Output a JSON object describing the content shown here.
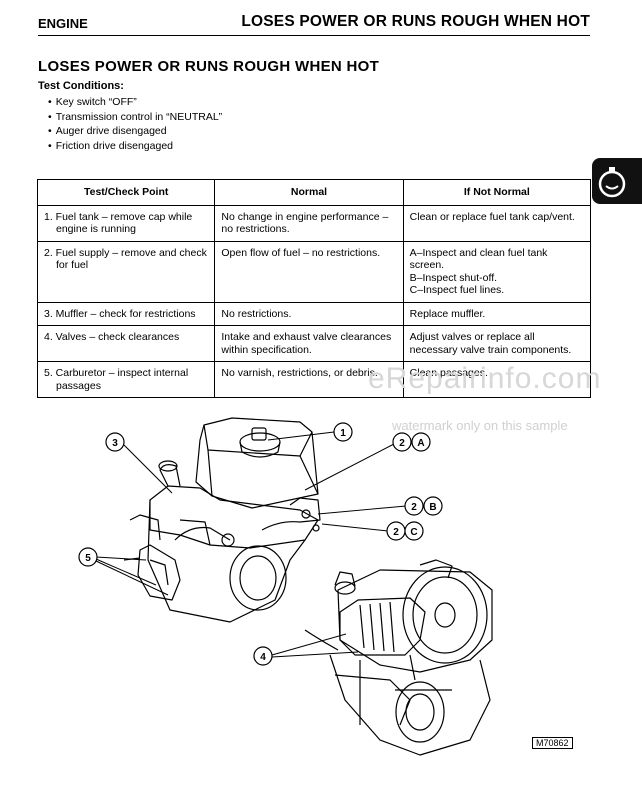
{
  "header": {
    "section": "ENGINE",
    "title": "LOSES POWER OR RUNS ROUGH WHEN HOT"
  },
  "page_title": "LOSES POWER OR RUNS ROUGH WHEN HOT",
  "test_conditions": {
    "label": "Test Conditions:",
    "items": [
      "Key switch “OFF”",
      "Transmission control in “NEUTRAL”",
      "Auger drive disengaged",
      "Friction drive disengaged"
    ]
  },
  "table": {
    "headers": [
      "Test/Check Point",
      "Normal",
      "If Not Normal"
    ],
    "rows": [
      [
        "1. Fuel tank – remove cap while engine is running",
        "No change in engine performance – no restrictions.",
        "Clean or replace fuel tank cap/vent."
      ],
      [
        "2. Fuel supply – remove and check for fuel",
        "Open flow of fuel – no restrictions.",
        "A–Inspect and clean fuel tank screen.\nB–Inspect shut-off.\nC–Inspect fuel lines."
      ],
      [
        "3. Muffler – check for restrictions",
        "No restrictions.",
        "Replace muffler."
      ],
      [
        "4. Valves – check clearances",
        "Intake and exhaust valve clearances within specification.",
        "Adjust valves or replace all necessary valve train components."
      ],
      [
        "5. Carburetor – inspect internal passages",
        "No varnish, restrictions, or debris.",
        "Clean passages."
      ]
    ]
  },
  "figure": {
    "callouts": [
      "1",
      "2",
      "A",
      "2",
      "B",
      "2",
      "C",
      "3",
      "4",
      "5"
    ],
    "figure_id": "M70862"
  },
  "watermark": {
    "site": "eRepairinfo.com",
    "note": "watermark only on this sample"
  }
}
